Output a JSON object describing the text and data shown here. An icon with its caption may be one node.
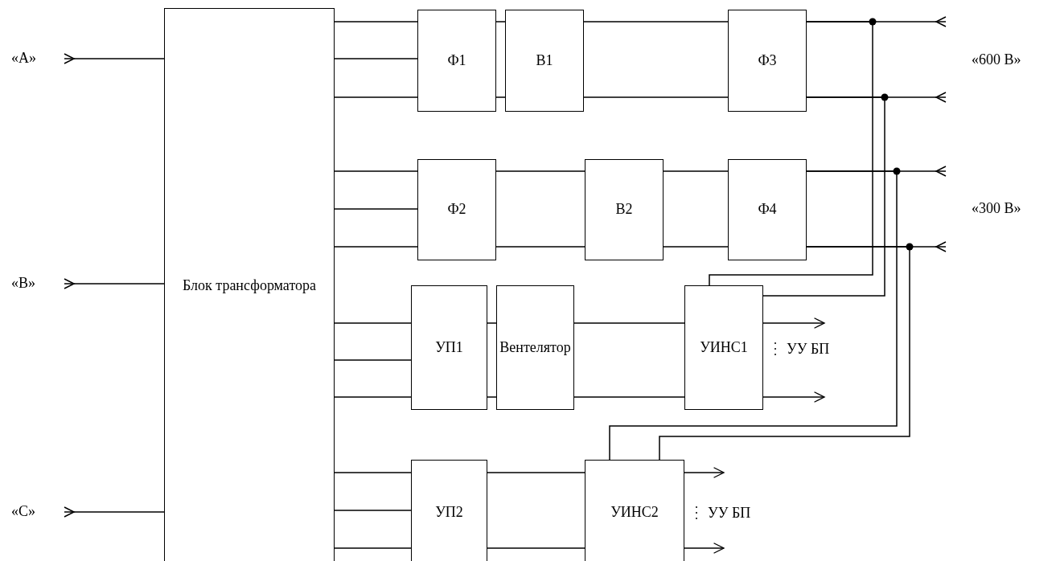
{
  "diagram": {
    "nodes": [
      {
        "text": [
          "«A»"
        ]
      },
      {
        "text": [
          "«B»"
        ]
      },
      {
        "text": [
          "«C»"
        ]
      },
      {
        "text": [
          "Блок трансформатора"
        ]
      },
      {
        "text": [
          "Ф1"
        ]
      },
      {
        "text": [
          "В1"
        ]
      },
      {
        "text": [
          "Ф3"
        ]
      },
      {
        "text": [
          "Ф2"
        ]
      },
      {
        "text": [
          "В2"
        ]
      },
      {
        "text": [
          "Ф4"
        ]
      },
      {
        "text": [
          "УП1"
        ]
      },
      {
        "text": [
          "Вентелятор"
        ]
      },
      {
        "text": [
          "УИНС1"
        ],
        "beside": [
          "УУ БП"
        ]
      },
      {
        "text": [
          "УП2"
        ]
      },
      {
        "text": [
          "УИНС2"
        ],
        "beside": [
          "УУ БП"
        ]
      },
      {
        "text": [
          "«600 В»"
        ]
      },
      {
        "text": [
          "«300 В»"
        ]
      }
    ],
    "edges": [
      {
        "from": 3,
        "to": 0,
        "arrow": "other"
      },
      {
        "from": 3,
        "to": 1,
        "arrow": "other"
      },
      {
        "from": 3,
        "to": 2,
        "arrow": "other"
      },
      {
        "from": 3,
        "to": 4,
        "arrow": "none"
      },
      {
        "from": 3,
        "to": 4,
        "arrow": "none"
      },
      {
        "from": 3,
        "to": 4,
        "arrow": "none"
      },
      {
        "from": 4,
        "to": 5,
        "arrow": "none"
      },
      {
        "from": 4,
        "to": 5,
        "arrow": "none"
      },
      {
        "from": 5,
        "to": 6,
        "arrow": "none"
      },
      {
        "from": 5,
        "to": 6,
        "arrow": "none"
      },
      {
        "from": 6,
        "to": 15,
        "arrow": "other"
      },
      {
        "from": 6,
        "to": 15,
        "arrow": "other"
      },
      {
        "from": 3,
        "to": 7,
        "arrow": "none"
      },
      {
        "from": 3,
        "to": 7,
        "arrow": "none"
      },
      {
        "from": 3,
        "to": 7,
        "arrow": "none"
      },
      {
        "from": 7,
        "to": 8,
        "arrow": "none"
      },
      {
        "from": 7,
        "to": 8,
        "arrow": "none"
      },
      {
        "from": 8,
        "to": 9,
        "arrow": "none"
      },
      {
        "from": 8,
        "to": 9,
        "arrow": "none"
      },
      {
        "from": 9,
        "to": 16,
        "arrow": "other"
      },
      {
        "from": 9,
        "to": 16,
        "arrow": "other"
      },
      {
        "from": 6,
        "to": 12,
        "arrow": "none"
      },
      {
        "from": 6,
        "to": 12,
        "arrow": "none"
      },
      {
        "from": 9,
        "to": 14,
        "arrow": "none"
      },
      {
        "from": 9,
        "to": 14,
        "arrow": "none"
      },
      {
        "from": 3,
        "to": 10,
        "arrow": "none"
      },
      {
        "from": 3,
        "to": 10,
        "arrow": "none"
      },
      {
        "from": 3,
        "to": 10,
        "arrow": "none"
      },
      {
        "from": 10,
        "to": 11,
        "arrow": "none"
      },
      {
        "from": 10,
        "to": 11,
        "arrow": "none"
      },
      {
        "from": 11,
        "to": 12,
        "arrow": "none"
      },
      {
        "from": 11,
        "to": 12,
        "arrow": "none"
      },
      {
        "from": 12,
        "to": null,
        "arrow": "to"
      },
      {
        "from": 12,
        "to": null,
        "arrow": "to"
      },
      {
        "from": 3,
        "to": 13,
        "arrow": "none"
      },
      {
        "from": 3,
        "to": 13,
        "arrow": "none"
      },
      {
        "from": 3,
        "to": 13,
        "arrow": "none"
      },
      {
        "from": 13,
        "to": 14,
        "arrow": "none"
      },
      {
        "from": 13,
        "to": 14,
        "arrow": "none"
      },
      {
        "from": 14,
        "to": null,
        "arrow": "to"
      },
      {
        "from": 14,
        "to": null,
        "arrow": "to"
      }
    ]
  }
}
